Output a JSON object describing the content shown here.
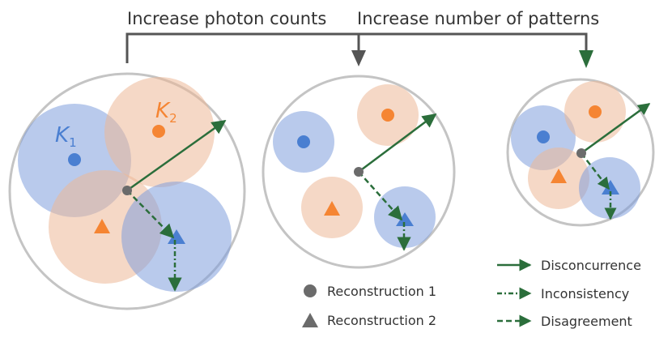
{
  "top_labels": {
    "photon": "Increase photon counts",
    "patterns": "Increase number of patterns"
  },
  "cluster_labels": {
    "k1": "K",
    "k1_sub": "1",
    "k2": "K",
    "k2_sub": "2"
  },
  "legend": {
    "reconstruction1": "Reconstruction 1",
    "reconstruction2": "Reconstruction 2",
    "disconcurrence": "Disconcurrence",
    "inconsistency": "Inconsistency",
    "disagreement": "Disagreement"
  },
  "colors": {
    "blue_region": "#7f9fdc",
    "orange_region": "#edb898",
    "blue_marker": "#4a7fd1",
    "orange_marker": "#f58533",
    "green_arrow": "#2b6e3b",
    "outline": "#c4c4c4",
    "bracket": "#555555"
  }
}
